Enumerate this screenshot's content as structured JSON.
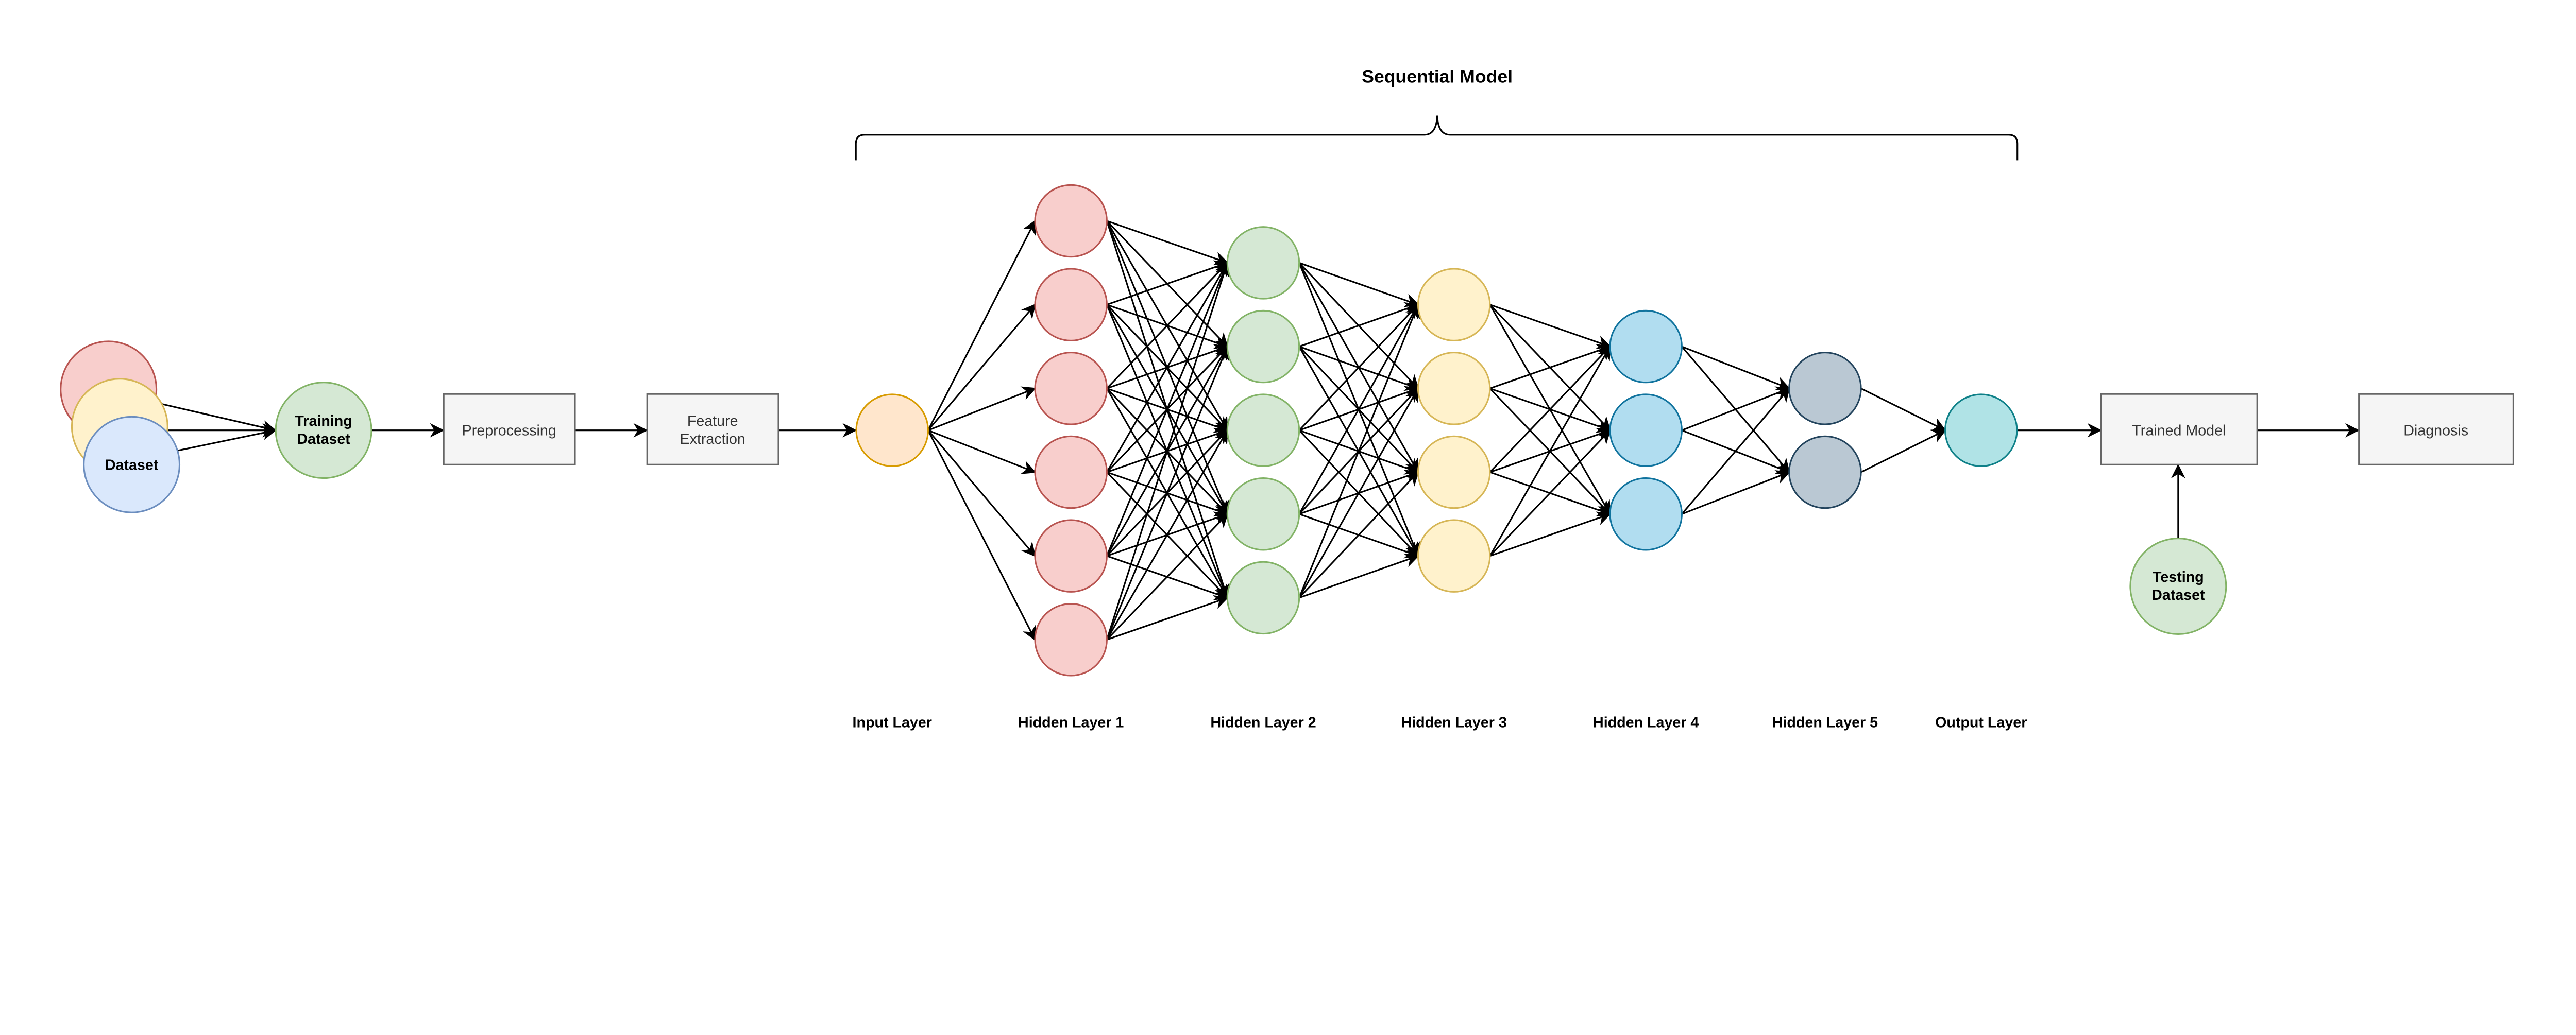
{
  "title": "Sequential Model",
  "dataset": {
    "label": "Dataset"
  },
  "training_dataset": {
    "label_line1": "Training",
    "label_line2": "Dataset"
  },
  "preprocessing": {
    "label": "Preprocessing"
  },
  "feature_extraction": {
    "label_line1": "Feature",
    "label_line2": "Extraction"
  },
  "trained_model": {
    "label": "Trained Model"
  },
  "diagnosis": {
    "label": "Diagnosis"
  },
  "testing_dataset": {
    "label_line1": "Testing",
    "label_line2": "Dataset"
  },
  "layers": [
    {
      "label": "Input Layer",
      "nodes": 1,
      "fill": "#ffe6cc",
      "stroke": "#d79b00"
    },
    {
      "label": "Hidden Layer 1",
      "nodes": 6,
      "fill": "#f8cecc",
      "stroke": "#b85450"
    },
    {
      "label": "Hidden Layer 2",
      "nodes": 5,
      "fill": "#d5e8d4",
      "stroke": "#82b366"
    },
    {
      "label": "Hidden Layer 3",
      "nodes": 4,
      "fill": "#fff2cc",
      "stroke": "#d6b656"
    },
    {
      "label": "Hidden Layer 4",
      "nodes": 3,
      "fill": "#b1ddf0",
      "stroke": "#10739e"
    },
    {
      "label": "Hidden Layer 5",
      "nodes": 2,
      "fill": "#bac8d3",
      "stroke": "#23445d"
    },
    {
      "label": "Output Layer",
      "nodes": 1,
      "fill": "#b0e3e6",
      "stroke": "#0e8088"
    }
  ],
  "colors": {
    "dataset_red": [
      "#f8cecc",
      "#b85450"
    ],
    "dataset_yellow": [
      "#fff2cc",
      "#d6b656"
    ],
    "dataset_blue": [
      "#dae8fc",
      "#6c8ebf"
    ],
    "green": [
      "#d5e8d4",
      "#82b366"
    ],
    "box": [
      "#f5f5f5",
      "#666666"
    ]
  }
}
